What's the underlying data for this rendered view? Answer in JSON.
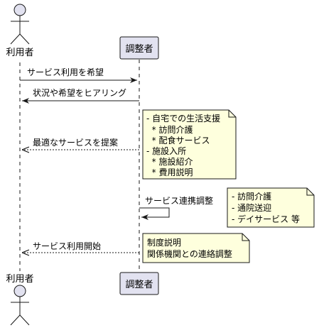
{
  "participants": {
    "user": "利用者",
    "coordinator": "調整者"
  },
  "messages": [
    {
      "text": "サービス利用を希望",
      "from": "user",
      "to": "coordinator",
      "style": "solid"
    },
    {
      "text": "状況や希望をヒアリング",
      "from": "coordinator",
      "to": "user",
      "style": "solid"
    },
    {
      "text": "最適なサービスを提案",
      "from": "coordinator",
      "to": "user",
      "style": "dashed"
    },
    {
      "text": "サービス連携調整",
      "from": "coordinator",
      "to": "coordinator",
      "style": "solid"
    },
    {
      "text": "サービス利用開始",
      "from": "coordinator",
      "to": "user",
      "style": "dashed"
    }
  ],
  "notes": [
    {
      "lines": [
        "- 自宅での生活支援",
        "  * 訪問介護",
        "  * 配食サービス",
        "- 施設入所",
        "  * 施設紹介",
        "  * 費用説明"
      ]
    },
    {
      "lines": [
        "- 訪問介護",
        "- 通院送迎",
        "- デイサービス 等"
      ]
    },
    {
      "lines": [
        "制度説明",
        "関係機関との連絡調整"
      ]
    }
  ],
  "colors": {
    "participant_fill": "#E2E2F0",
    "participant_border": "#181818",
    "lifeline": "#181818",
    "note_fill": "#FEFFDD",
    "note_border": "#181818"
  }
}
